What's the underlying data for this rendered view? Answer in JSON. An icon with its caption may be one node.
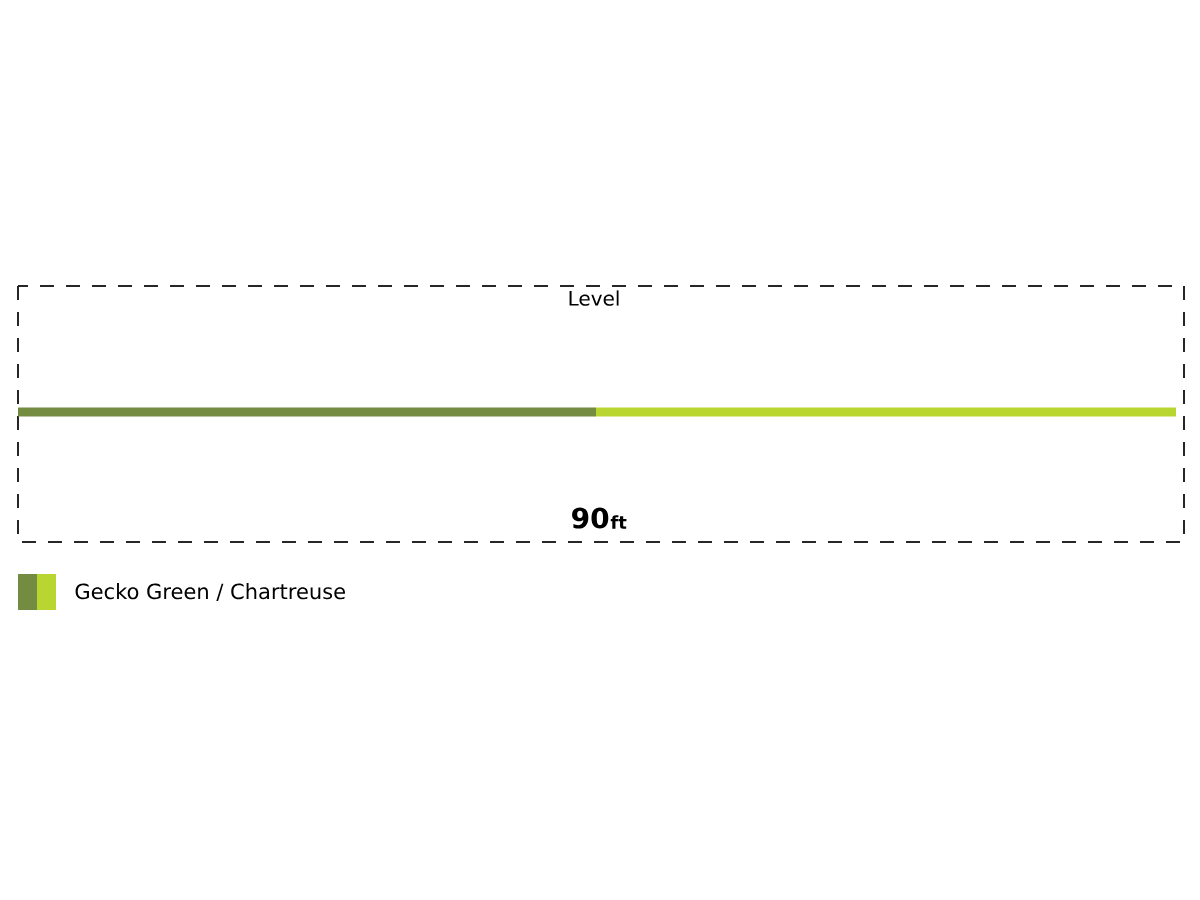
{
  "diagram": {
    "labels": [
      "Level",
      "90",
      "ft"
    ],
    "legend": [
      {
        "text": "Gecko Green / Chartreuse"
      }
    ]
  }
}
